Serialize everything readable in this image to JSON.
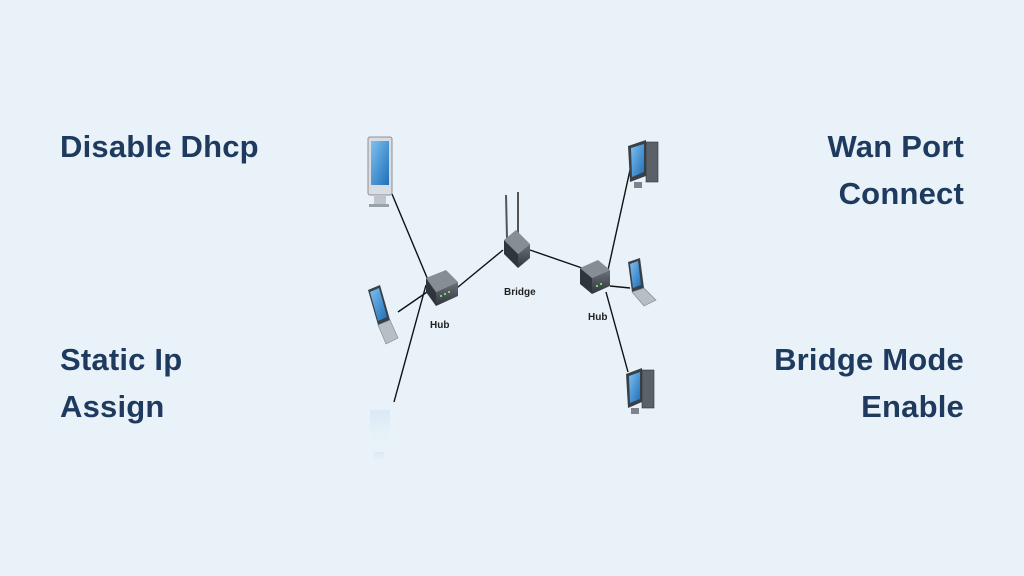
{
  "labels": {
    "top_left": [
      "Disable Dhcp"
    ],
    "top_right": [
      "Wan Port",
      "Connect"
    ],
    "bottom_left": [
      "Static Ip",
      "Assign"
    ],
    "bottom_right": [
      "Bridge Mode",
      "Enable"
    ]
  },
  "diagram": {
    "hub_left_label": "Hub",
    "bridge_label": "Bridge",
    "hub_right_label": "Hub"
  },
  "colors": {
    "background": "#e9f2f8",
    "text": "#1e3a5f",
    "device_dark": "#3a4048",
    "screen_blue": "#3c8fd6"
  }
}
